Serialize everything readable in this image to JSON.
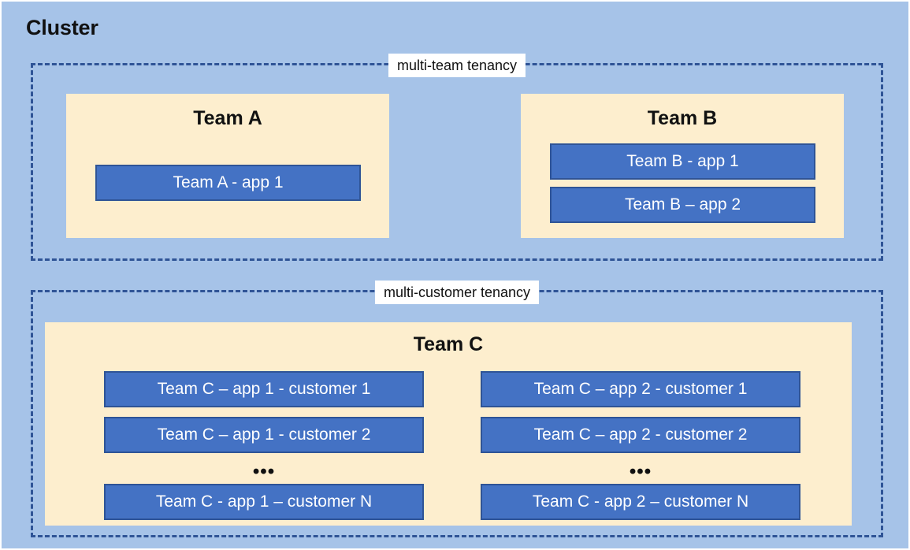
{
  "diagram": {
    "title": "Cluster",
    "background_color": "#a6c3e8",
    "panel_color": "#fdeece",
    "app_fill_color": "#4472c4",
    "app_border_color": "#2f5496",
    "dash_color": "#2f5496"
  },
  "tenancy_groups": [
    {
      "id": "multi-team",
      "label": "multi-team tenancy",
      "teams": [
        {
          "id": "team-a",
          "title": "Team A",
          "apps": [
            {
              "id": "team-a-app-1",
              "label": "Team A - app 1"
            }
          ]
        },
        {
          "id": "team-b",
          "title": "Team B",
          "apps": [
            {
              "id": "team-b-app-1",
              "label": "Team B - app 1"
            },
            {
              "id": "team-b-app-2",
              "label": "Team B – app 2"
            }
          ]
        }
      ]
    },
    {
      "id": "multi-customer",
      "label": "multi-customer tenancy",
      "teams": [
        {
          "id": "team-c",
          "title": "Team C",
          "columns": [
            {
              "id": "team-c-app-1",
              "apps": [
                {
                  "id": "team-c-app1-cust1",
                  "label": "Team C – app 1 - customer 1"
                },
                {
                  "id": "team-c-app1-cust2",
                  "label": "Team C – app 1 - customer 2"
                },
                {
                  "id": "team-c-app1-custN",
                  "label": "Team C - app 1 – customer N"
                }
              ],
              "ellipsis": "•••"
            },
            {
              "id": "team-c-app-2",
              "apps": [
                {
                  "id": "team-c-app2-cust1",
                  "label": "Team C – app 2 - customer 1"
                },
                {
                  "id": "team-c-app2-cust2",
                  "label": "Team C – app 2 - customer 2"
                },
                {
                  "id": "team-c-app2-custN",
                  "label": "Team C - app 2 – customer N"
                }
              ],
              "ellipsis": "•••"
            }
          ]
        }
      ]
    }
  ]
}
